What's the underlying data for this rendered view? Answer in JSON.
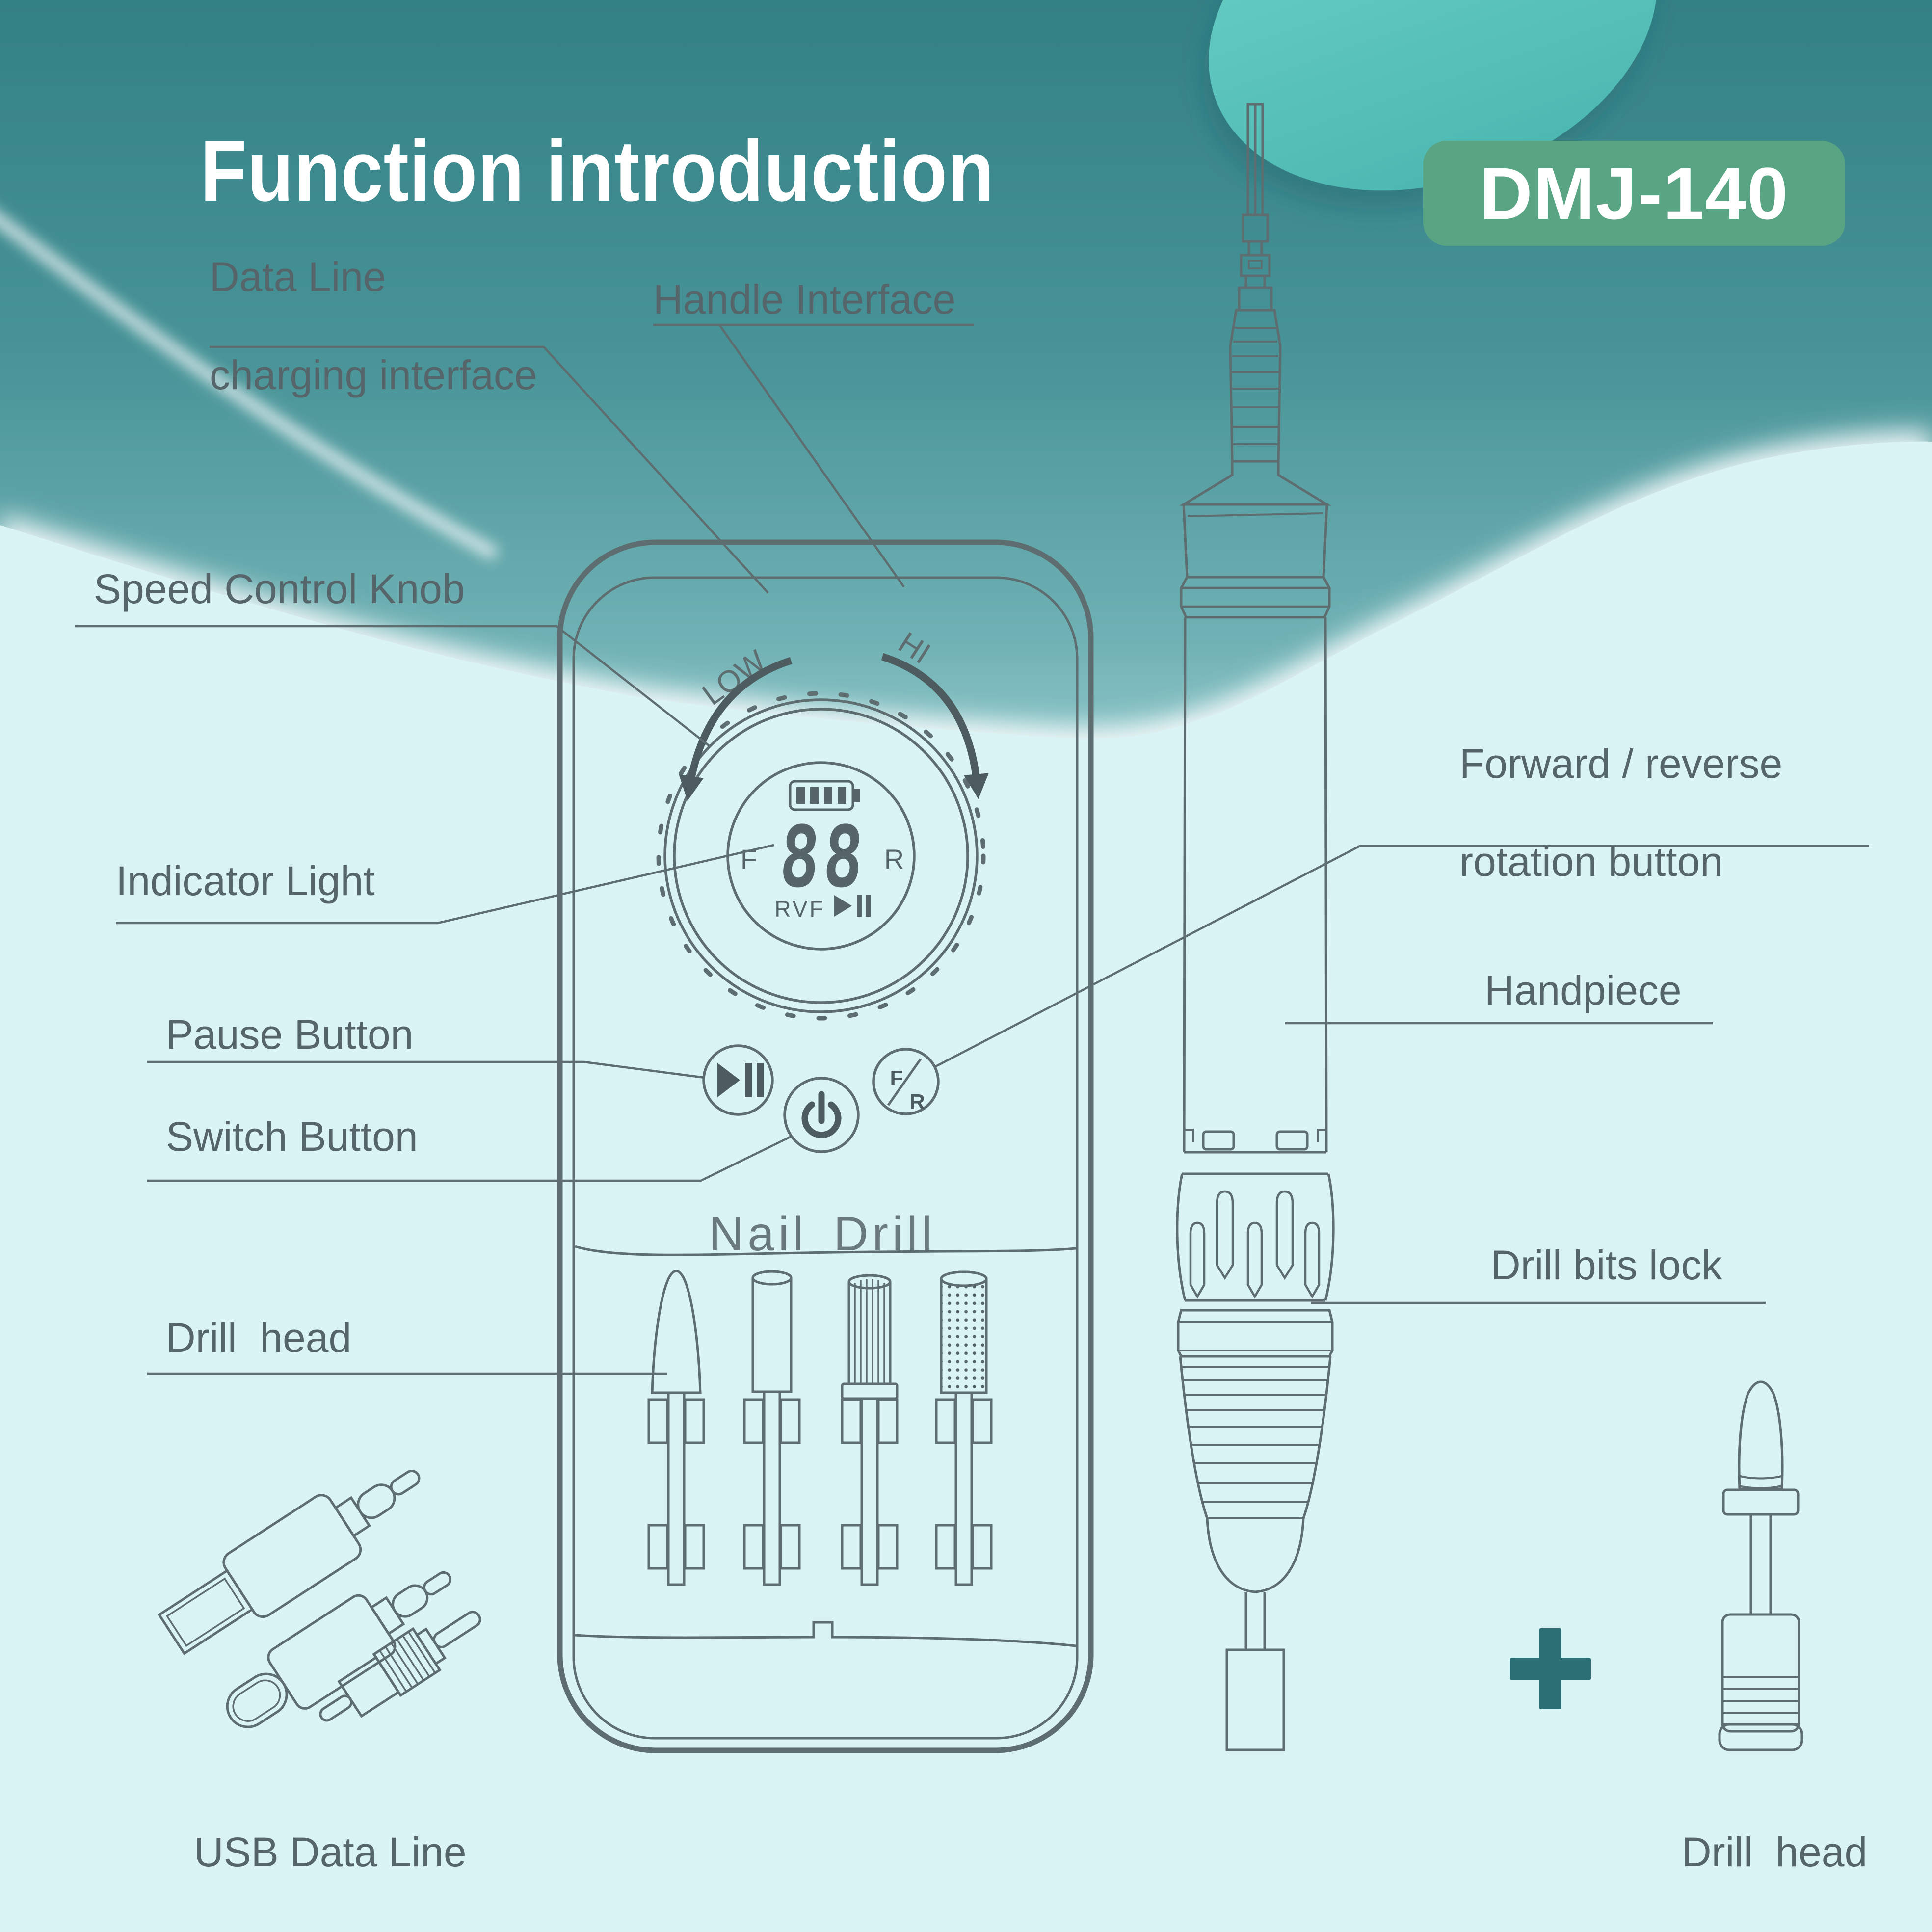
{
  "colors": {
    "teal_top": "#338085",
    "teal_mid": "#4b969a",
    "teal_low": "#a7d6d8",
    "light_bg": "#daf3f5",
    "blob": "#5dc8bf",
    "badge_bg": "#58a483",
    "line": "#5d6d70",
    "label_text": "#55656a",
    "title_text": "#ffffff",
    "glyph_dark": "#4c5c5f",
    "plus": "#2c6f75"
  },
  "header": {
    "title": "Function introduction",
    "model": "DMJ-140"
  },
  "callouts": {
    "data_line_1": "Data Line",
    "data_line_2": "charging interface",
    "handle_interface": "Handle Interface",
    "speed_control_knob": "Speed Control Knob",
    "indicator_light": "Indicator Light",
    "pause_button": "Pause Button",
    "switch_button": "Switch Button",
    "drill_head": "Drill  head",
    "forward_reverse_1": "Forward / reverse",
    "forward_reverse_2": "rotation button",
    "handpiece": "Handpiece",
    "drill_bits_lock": "Drill bits lock",
    "usb_data_line": "USB Data Line",
    "drill_head_bottom": "Drill  head"
  },
  "device": {
    "knob_low": "LOW",
    "knob_high": "HI",
    "display_forward": "F",
    "display_digits": "88",
    "display_reverse": "R",
    "display_mode": "RVF",
    "brand": "Nail Drill",
    "fr_f": "F",
    "fr_r": "R"
  },
  "icons": {
    "battery": "battery-4-bars",
    "play_pause": "play-pause",
    "power": "power",
    "fr_button": "forward-reverse",
    "rotation_arrows": "rotation-arrows",
    "plus": "plus"
  }
}
